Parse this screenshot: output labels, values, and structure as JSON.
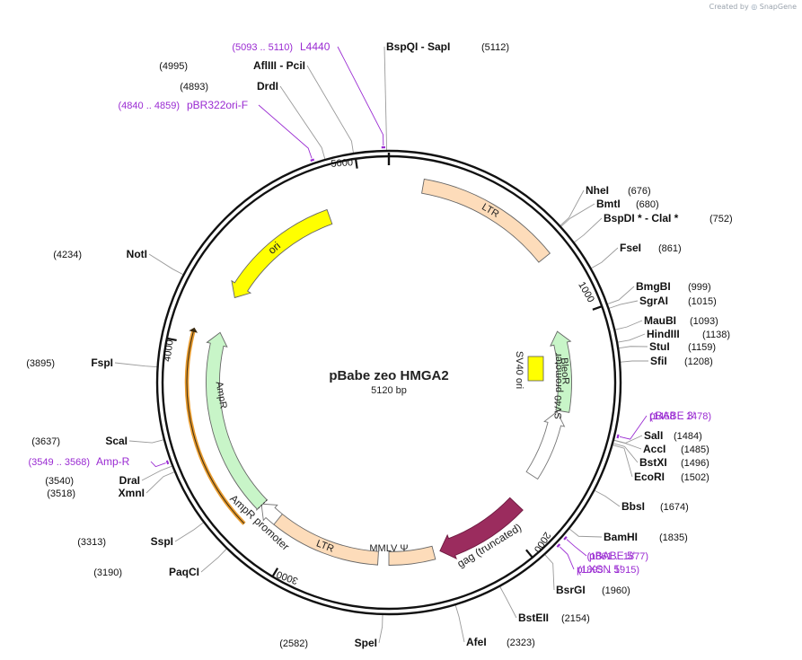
{
  "watermark": {
    "prefix": "Created by",
    "brand": "SnapGene"
  },
  "plasmid": {
    "name": "pBabe zeo HMGA2",
    "size_label": "5120 bp",
    "length": 5120
  },
  "colors": {
    "ori": "#ffff00",
    "ltr": "#fddcba",
    "marker": "#c8f5c8",
    "promoter": "#ffffff",
    "gag": "#9b2c5e",
    "sv40ori": "#ffff00",
    "primer": "#9a2bd2",
    "orf_highlight": "#e89b2e"
  },
  "ticks": [
    {
      "bp": 1000,
      "label": "1000"
    },
    {
      "bp": 2000,
      "label": "2000"
    },
    {
      "bp": 3000,
      "label": "3000"
    },
    {
      "bp": 4000,
      "label": "4000"
    },
    {
      "bp": 5000,
      "label": "5000"
    }
  ],
  "features": [
    {
      "name": "LTR",
      "type": "ltr",
      "start": 140,
      "end": 729,
      "strand": 0
    },
    {
      "name": "BleoR",
      "type": "marker",
      "start": 1040,
      "end": 1414,
      "strand": -1
    },
    {
      "name": "SV40 promoter",
      "type": "promoter",
      "start": 1420,
      "end": 1749,
      "strand": -1
    },
    {
      "name": "SV40 ori",
      "type": "sv40ori",
      "start": 1400,
      "end": 1540,
      "strand": 0
    },
    {
      "name": "gag (truncated)",
      "type": "gag",
      "start": 1900,
      "end": 2320,
      "strand": 1
    },
    {
      "name": "MMLV Ψ",
      "type": "ltr",
      "start": 2350,
      "end": 2560,
      "strand": 0
    },
    {
      "name": "LTR",
      "type": "ltr",
      "start": 2610,
      "end": 3115,
      "strand": 0
    },
    {
      "name": "AmpR promoter",
      "type": "promoter",
      "start": 3115,
      "end": 3220,
      "strand": 1
    },
    {
      "name": "AmpR",
      "type": "marker",
      "start": 3215,
      "end": 4075,
      "strand": 1
    },
    {
      "name": "ori",
      "type": "ori",
      "start": 4250,
      "end": 4840,
      "strand": -1
    }
  ],
  "cut_sites": [
    {
      "name": "BspQI  - SapI",
      "pos": "(5112)",
      "bp": 5112
    },
    {
      "name": "NheI",
      "pos": "(676)",
      "bp": 676
    },
    {
      "name": "BmtI",
      "pos": "(680)",
      "bp": 680
    },
    {
      "name": "BspDI *  - ClaI *",
      "pos": "(752)",
      "bp": 752
    },
    {
      "name": "FseI",
      "pos": "(861)",
      "bp": 861
    },
    {
      "name": "BmgBI",
      "pos": "(999)",
      "bp": 999
    },
    {
      "name": "SgrAI",
      "pos": "(1015)",
      "bp": 1015
    },
    {
      "name": "MauBI",
      "pos": "(1093)",
      "bp": 1093
    },
    {
      "name": "HindIII",
      "pos": "(1138)",
      "bp": 1138
    },
    {
      "name": "StuI",
      "pos": "(1159)",
      "bp": 1159
    },
    {
      "name": "SfiI",
      "pos": "(1208)",
      "bp": 1208
    },
    {
      "name": "SalI",
      "pos": "(1484)",
      "bp": 1484
    },
    {
      "name": "AccI",
      "pos": "(1485)",
      "bp": 1485
    },
    {
      "name": "BstXI",
      "pos": "(1496)",
      "bp": 1496
    },
    {
      "name": "EcoRI",
      "pos": "(1502)",
      "bp": 1502
    },
    {
      "name": "BbsI",
      "pos": "(1674)",
      "bp": 1674
    },
    {
      "name": "BamHI",
      "pos": "(1835)",
      "bp": 1835
    },
    {
      "name": "BsrGI",
      "pos": "(1960)",
      "bp": 1960
    },
    {
      "name": "BstEII",
      "pos": "(2154)",
      "bp": 2154
    },
    {
      "name": "AfeI",
      "pos": "(2323)",
      "bp": 2323
    },
    {
      "name": "SpeI",
      "pos": "(2582)",
      "bp": 2582
    },
    {
      "name": "PaqCI",
      "pos": "(3190)",
      "bp": 3190
    },
    {
      "name": "SspI",
      "pos": "(3313)",
      "bp": 3313
    },
    {
      "name": "XmnI",
      "pos": "(3518)",
      "bp": 3518
    },
    {
      "name": "DraI",
      "pos": "(3540)",
      "bp": 3540
    },
    {
      "name": "ScaI",
      "pos": "(3637)",
      "bp": 3637
    },
    {
      "name": "FspI",
      "pos": "(3895)",
      "bp": 3895
    },
    {
      "name": "NotI",
      "pos": "(4234)",
      "bp": 4234
    },
    {
      "name": "DrdI",
      "pos": "(4893)",
      "bp": 4893
    },
    {
      "name": "AflIII  - PciI",
      "pos": "(4995)",
      "bp": 4995
    }
  ],
  "primers": [
    {
      "name": "L4440",
      "range": "(5093 .. 5110)",
      "bp": 5101
    },
    {
      "name": "pBR322ori-F",
      "range": "(4840 .. 4859)",
      "bp": 4850
    },
    {
      "name": "pBABE 3'",
      "range": "(1458 .. 1478)",
      "bp": 1468
    },
    {
      "name": "pBABE 5'",
      "range": "(1861 .. 1877)",
      "bp": 1869
    },
    {
      "name": "pLXSN 5'",
      "range": "(1893 .. 1915)",
      "bp": 1904
    },
    {
      "name": "Amp-R",
      "range": "(3549 .. 3568)",
      "bp": 3558
    }
  ]
}
